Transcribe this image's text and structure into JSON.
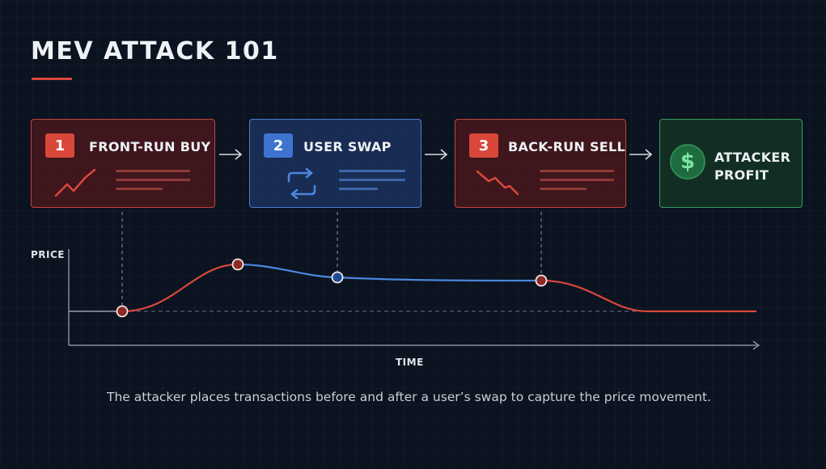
{
  "title": "MEV ATTACK 101",
  "steps": [
    {
      "number": "1",
      "label": "FRONT-RUN BUY"
    },
    {
      "number": "2",
      "label": "USER SWAP"
    },
    {
      "number": "3",
      "label": "BACK-RUN SELL"
    }
  ],
  "profit": {
    "line1": "ATTACKER",
    "line2": "PROFIT",
    "symbol": "$"
  },
  "chart": {
    "ylabel": "PRICE",
    "xlabel": "TIME"
  },
  "caption": "The attacker places transactions before and after a user’s swap to capture the price movement.",
  "colors": {
    "attack": "#d9483b",
    "user": "#4a86dc",
    "profit": "#3e9b62",
    "background": "#0b1320"
  },
  "icons": [
    "trend-up-icon",
    "swap-arrows-icon",
    "trend-down-icon",
    "dollar-icon",
    "arrow-right-icon"
  ]
}
